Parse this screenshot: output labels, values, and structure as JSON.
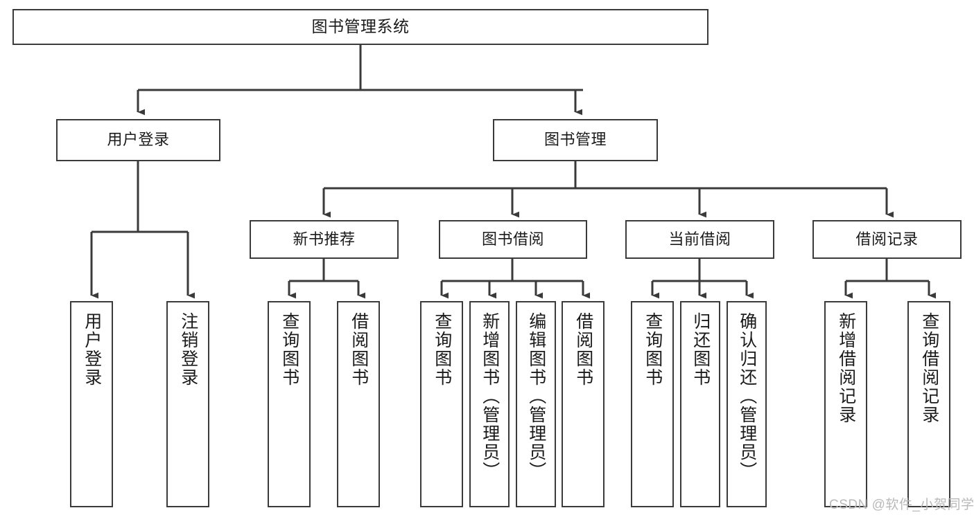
{
  "diagram": {
    "title": "图书管理系统",
    "type": "tree-hierarchy-chart",
    "watermark": "CSDN @软件_小贺同学",
    "colors": {
      "stroke": "#3a3a3a",
      "background": "#ffffff",
      "text": "#1a1a1a",
      "watermark": "#b9b9b9"
    },
    "nodes": {
      "root": {
        "label": "图书管理系统"
      },
      "level2": [
        {
          "id": "user-login",
          "label": "用户登录"
        },
        {
          "id": "book-manage",
          "label": "图书管理"
        }
      ],
      "level3": [
        {
          "id": "new-book-recommend",
          "label": "新书推荐"
        },
        {
          "id": "book-borrow",
          "label": "图书借阅"
        },
        {
          "id": "current-borrow",
          "label": "当前借阅"
        },
        {
          "id": "borrow-record",
          "label": "借阅记录"
        }
      ],
      "leaves": [
        {
          "id": "leaf-user-login",
          "label": "用户登录",
          "parent": "user-login"
        },
        {
          "id": "leaf-logout-login",
          "label": "注销登录",
          "parent": "user-login"
        },
        {
          "id": "leaf-query-book-1",
          "label": "查询图书",
          "parent": "new-book-recommend"
        },
        {
          "id": "leaf-borrow-book-1",
          "label": "借阅图书",
          "parent": "new-book-recommend"
        },
        {
          "id": "leaf-query-book-2",
          "label": "查询图书",
          "parent": "book-borrow"
        },
        {
          "id": "leaf-add-book",
          "label": "新增图书（管理员）",
          "parent": "book-borrow"
        },
        {
          "id": "leaf-edit-book",
          "label": "编辑图书（管理员）",
          "parent": "book-borrow"
        },
        {
          "id": "leaf-borrow-book-2",
          "label": "借阅图书",
          "parent": "book-borrow"
        },
        {
          "id": "leaf-query-book-3",
          "label": "查询图书",
          "parent": "current-borrow"
        },
        {
          "id": "leaf-return-book",
          "label": "归还图书",
          "parent": "current-borrow"
        },
        {
          "id": "leaf-confirm-return",
          "label": "确认归还（管理员）",
          "parent": "current-borrow"
        },
        {
          "id": "leaf-add-record",
          "label": "新增借阅记录",
          "parent": "borrow-record"
        },
        {
          "id": "leaf-query-record",
          "label": "查询借阅记录",
          "parent": "borrow-record"
        }
      ]
    }
  }
}
